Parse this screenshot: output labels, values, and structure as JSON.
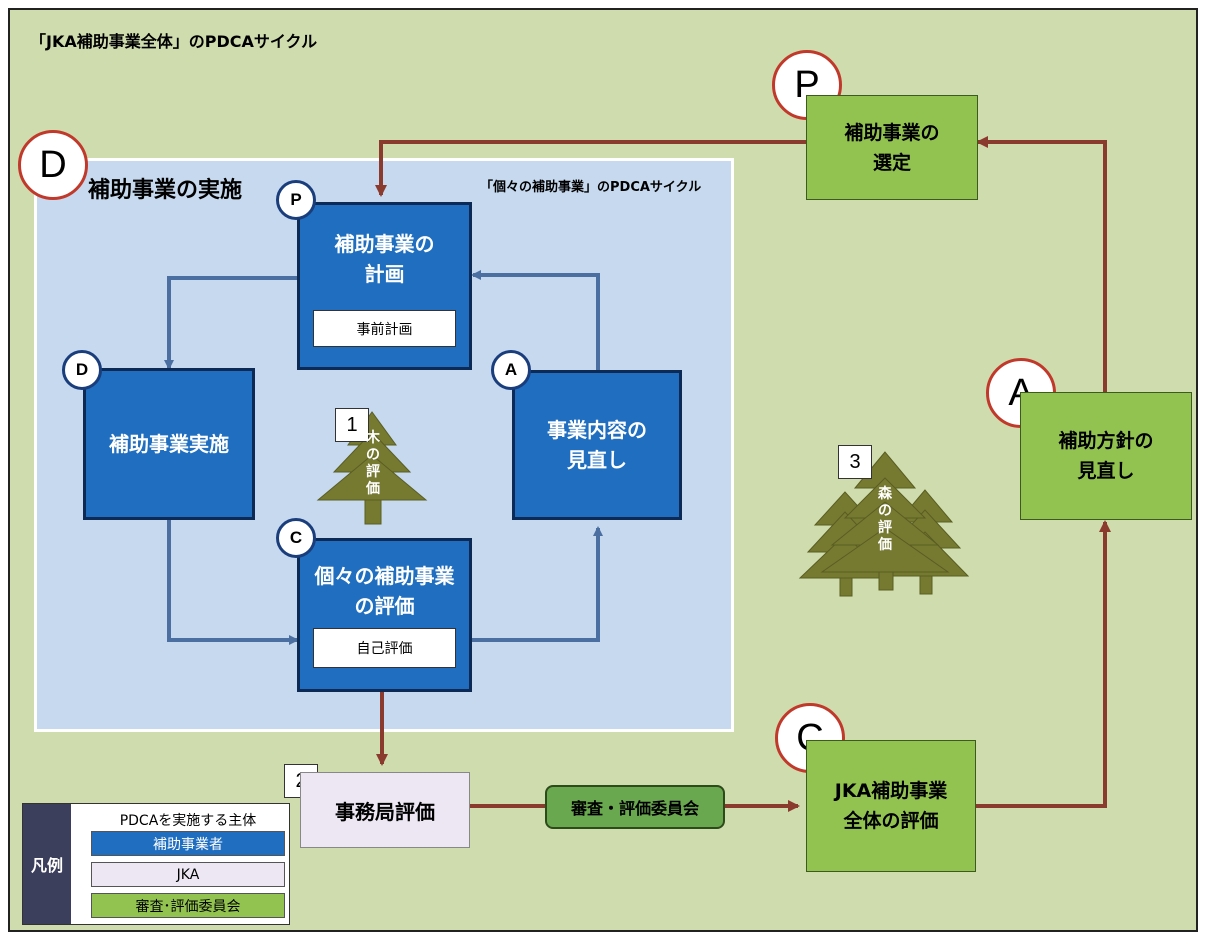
{
  "title": "「JKA補助事業全体」のPDCAサイクル",
  "inner": {
    "title": "補助事業の実施",
    "subtitle": "「個々の補助事業」のPDCAサイクル"
  },
  "outer_nodes": {
    "p": {
      "letter": "P",
      "line1": "補助事業の",
      "line2": "選定"
    },
    "a": {
      "letter": "A",
      "line1": "補助方針の",
      "line2": "見直し"
    },
    "c": {
      "letter": "C",
      "line1": "JKA補助事業",
      "line2": "全体の評価"
    },
    "d_letter": "D"
  },
  "inner_nodes": {
    "p": {
      "letter": "P",
      "line1": "補助事業の",
      "line2": "計画",
      "sub": "事前計画"
    },
    "d": {
      "letter": "D",
      "line1": "補助事業実施"
    },
    "a": {
      "letter": "A",
      "line1": "事業内容の",
      "line2": "見直し"
    },
    "c": {
      "letter": "C",
      "line1": "個々の補助事業",
      "line2": "の評価",
      "sub": "自己評価"
    }
  },
  "secretariat": {
    "num": "2",
    "label": "事務局評価"
  },
  "committee_pill": "審査・評価委員会",
  "tree": {
    "num": "1",
    "label": [
      "木",
      "の",
      "評",
      "価"
    ]
  },
  "forest": {
    "num": "3",
    "label": [
      "森",
      "の",
      "評",
      "価"
    ]
  },
  "legend": {
    "side": "凡例",
    "heading": "PDCAを実施する主体",
    "rows": [
      {
        "label": "補助事業者",
        "color": "#1f6ec0",
        "text_color": "#ffffff"
      },
      {
        "label": "JKA",
        "color": "#ece7f2",
        "text_color": "#000000"
      },
      {
        "label": "審査･評価委員会",
        "color": "#92c350",
        "text_color": "#000000"
      }
    ]
  },
  "colors": {
    "background": "#cfdcae",
    "inner": "#c6d9ef",
    "blue_arrow": "#4a6fa0",
    "red_arrow": "#8b3a2e",
    "tree": "#767a30"
  }
}
